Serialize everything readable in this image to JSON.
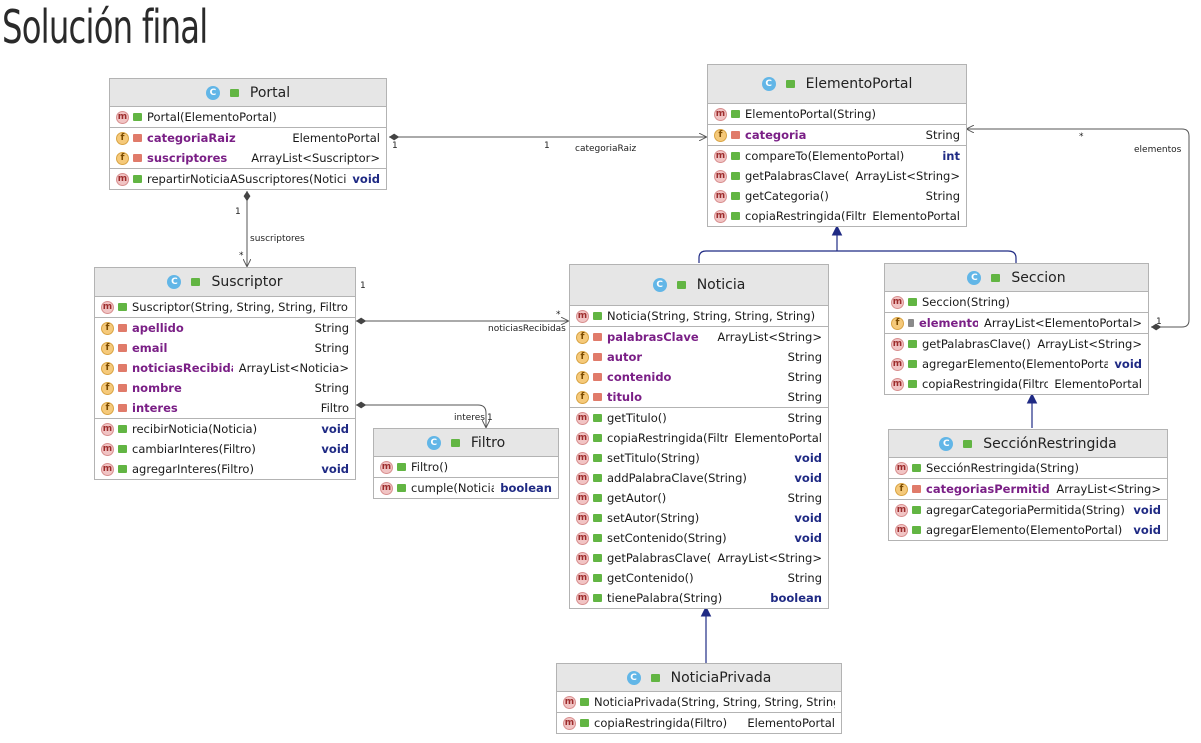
{
  "title": "Solución final",
  "classes": {
    "portal": {
      "name": "Portal",
      "constructors": [
        {
          "sig": "Portal(ElementoPortal)",
          "type": ""
        }
      ],
      "fields": [
        {
          "name": "categoriaRaiz",
          "type": "ElementoPortal"
        },
        {
          "name": "suscriptores",
          "type": "ArrayList<Suscriptor>"
        }
      ],
      "methods": [
        {
          "sig": "repartirNoticiaASuscriptores(Noticia)",
          "type": "void"
        }
      ]
    },
    "elementoPortal": {
      "name": "ElementoPortal",
      "constructors": [
        {
          "sig": "ElementoPortal(String)",
          "type": ""
        }
      ],
      "fields": [
        {
          "name": "categoria",
          "type": "String"
        }
      ],
      "methods": [
        {
          "sig": "compareTo(ElementoPortal)",
          "type": "int"
        },
        {
          "sig": "getPalabrasClave()",
          "type": "ArrayList<String>"
        },
        {
          "sig": "getCategoria()",
          "type": "String"
        },
        {
          "sig": "copiaRestringida(Filtro)",
          "type": "ElementoPortal"
        }
      ]
    },
    "suscriptor": {
      "name": "Suscriptor",
      "constructors": [
        {
          "sig": "Suscriptor(String, String, String, Filtro)",
          "type": ""
        }
      ],
      "fields": [
        {
          "name": "apellido",
          "type": "String"
        },
        {
          "name": "email",
          "type": "String"
        },
        {
          "name": "noticiasRecibidas",
          "type": "ArrayList<Noticia>"
        },
        {
          "name": "nombre",
          "type": "String"
        },
        {
          "name": "interes",
          "type": "Filtro"
        }
      ],
      "methods": [
        {
          "sig": "recibirNoticia(Noticia)",
          "type": "void"
        },
        {
          "sig": "cambiarInteres(Filtro)",
          "type": "void"
        },
        {
          "sig": "agregarInteres(Filtro)",
          "type": "void"
        }
      ]
    },
    "noticia": {
      "name": "Noticia",
      "constructors": [
        {
          "sig": "Noticia(String, String, String, String)",
          "type": ""
        }
      ],
      "fields": [
        {
          "name": "palabrasClave",
          "type": "ArrayList<String>"
        },
        {
          "name": "autor",
          "type": "String"
        },
        {
          "name": "contenido",
          "type": "String"
        },
        {
          "name": "titulo",
          "type": "String"
        }
      ],
      "methods": [
        {
          "sig": "getTitulo()",
          "type": "String"
        },
        {
          "sig": "copiaRestringida(Filtro)",
          "type": "ElementoPortal"
        },
        {
          "sig": "setTitulo(String)",
          "type": "void"
        },
        {
          "sig": "addPalabraClave(String)",
          "type": "void"
        },
        {
          "sig": "getAutor()",
          "type": "String"
        },
        {
          "sig": "setAutor(String)",
          "type": "void"
        },
        {
          "sig": "setContenido(String)",
          "type": "void"
        },
        {
          "sig": "getPalabrasClave()",
          "type": "ArrayList<String>"
        },
        {
          "sig": "getContenido()",
          "type": "String"
        },
        {
          "sig": "tienePalabra(String)",
          "type": "boolean"
        }
      ]
    },
    "seccion": {
      "name": "Seccion",
      "constructors": [
        {
          "sig": "Seccion(String)",
          "type": ""
        }
      ],
      "fields": [
        {
          "name": "elementos",
          "type": "ArrayList<ElementoPortal>"
        }
      ],
      "methods": [
        {
          "sig": "getPalabrasClave()",
          "type": "ArrayList<String>"
        },
        {
          "sig": "agregarElemento(ElementoPortal)",
          "type": "void"
        },
        {
          "sig": "copiaRestringida(Filtro)",
          "type": "ElementoPortal"
        }
      ]
    },
    "filtro": {
      "name": "Filtro",
      "constructors": [
        {
          "sig": "Filtro()",
          "type": ""
        }
      ],
      "fields": [],
      "methods": [
        {
          "sig": "cumple(Noticia)",
          "type": "boolean"
        }
      ]
    },
    "seccionRestringida": {
      "name": "SecciónRestringida",
      "constructors": [
        {
          "sig": "SecciónRestringida(String)",
          "type": ""
        }
      ],
      "fields": [
        {
          "name": "categoriasPermitidas",
          "type": "ArrayList<String>"
        }
      ],
      "methods": [
        {
          "sig": "agregarCategoriaPermitida(String)",
          "type": "void"
        },
        {
          "sig": "agregarElemento(ElementoPortal)",
          "type": "void"
        }
      ]
    },
    "noticiaPrivada": {
      "name": "NoticiaPrivada",
      "constructors": [
        {
          "sig": "NoticiaPrivada(String, String, String, String)",
          "type": ""
        }
      ],
      "fields": [],
      "methods": [
        {
          "sig": "copiaRestringida(Filtro)",
          "type": "ElementoPortal"
        }
      ]
    }
  },
  "associations": {
    "categoriaRaiz": {
      "label": "categoriaRaiz",
      "source_mult": "1",
      "target_mult": "1"
    },
    "suscriptores": {
      "label": "suscriptores",
      "source_mult": "1",
      "target_mult": "*"
    },
    "noticiasRecibidas": {
      "label": "noticiasRecibidas",
      "source_mult": "1",
      "target_mult": "*"
    },
    "interes": {
      "label": "interes",
      "target_mult": "1"
    },
    "elementos": {
      "label": "elementos",
      "source_mult": "1",
      "target_mult": "*"
    }
  },
  "primitive_types": [
    "void",
    "int",
    "boolean"
  ],
  "colors": {
    "header_bg": "#e6e6e6",
    "border": "#b3b3b3",
    "field_name": "#7a1f86",
    "primitive_type": "#1f2a84",
    "inheritance_arrow": "#1f2a84",
    "association_line": "#555555"
  },
  "icons": {
    "class": "class-c-icon",
    "method": "method-m-icon",
    "field": "field-f-icon",
    "public": "public-unlock-icon",
    "private": "private-lock-icon",
    "package": "package-key-icon"
  }
}
